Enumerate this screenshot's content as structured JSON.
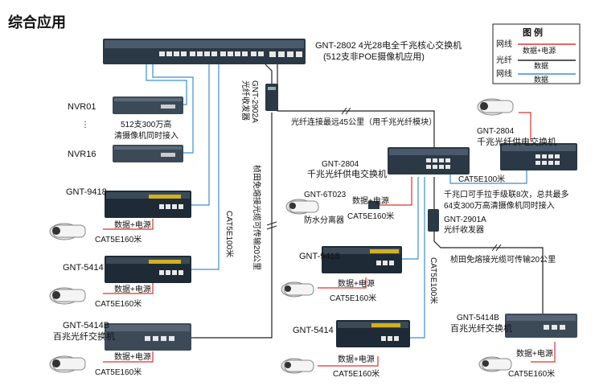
{
  "page_title": "综合应用",
  "core_switch": {
    "model_line": "GNT-2802 4光28电全千兆核心交换机",
    "note_line": "(512支非POE摄像机应用)"
  },
  "converter_top": {
    "label": "GNT-2902A",
    "sub": "光纤收发器"
  },
  "nvr": {
    "label_1": "NVR01",
    "label_2": "NVR16",
    "desc_1": "512支300万高",
    "desc_2": "清摄像机同时接入"
  },
  "fiber_note": "光纤连接最远45公里（用千兆光纤模块）",
  "cable_long": "CAT5E100米",
  "fiber_vertical": "桢田免熔接光缆可传输20公里",
  "poe_switch_mid": {
    "model": "GNT-2804",
    "desc": "千兆光纤供电交换机"
  },
  "poe_switch_right": {
    "model": "GNT-2804",
    "desc": "千兆光纤供电交换机"
  },
  "cable_100_right": "CAT5E100米",
  "cascade_note_1": "千兆口可手拉手级联8次，总共最多",
  "cascade_note_2": "64支300万高清摄像机同时接入",
  "converter_mid": {
    "label": "GNT-2901A",
    "sub": "光纤收发器"
  },
  "fiber_note_2": "桢田免熔接光缆可传输20公里",
  "splitter": {
    "model": "GNT-6T023",
    "desc": "防水分离器"
  },
  "left_devices": [
    {
      "model": "GNT-9418",
      "sub": ""
    },
    {
      "model": "GNT-5414",
      "sub": ""
    },
    {
      "model": "GNT-5414B",
      "sub": "百兆光纤交换机"
    }
  ],
  "mid_devices": [
    {
      "model": "GNT-9418"
    },
    {
      "model": "GNT-5414"
    }
  ],
  "right_device": {
    "model": "GNT-5414B",
    "sub": "百兆光纤交换机"
  },
  "data_power": "数据+电源",
  "cable_160": "CAT5E160米",
  "cable_100_vertical": "CAT5E100米",
  "legend": {
    "title": "图 例",
    "rows": [
      {
        "kind": "网线",
        "desc": "数据+电源",
        "color": "#e03030"
      },
      {
        "kind": "光纤",
        "desc": "数据",
        "color": "#222222"
      },
      {
        "kind": "网线",
        "desc": "数据",
        "color": "#3a8fd0"
      }
    ]
  },
  "colors": {
    "power_line": "#e03030",
    "fiber": "#222222",
    "data_line": "#3a8fd0",
    "device_dark": "#1e2a36",
    "device_light": "#3c4a58"
  }
}
